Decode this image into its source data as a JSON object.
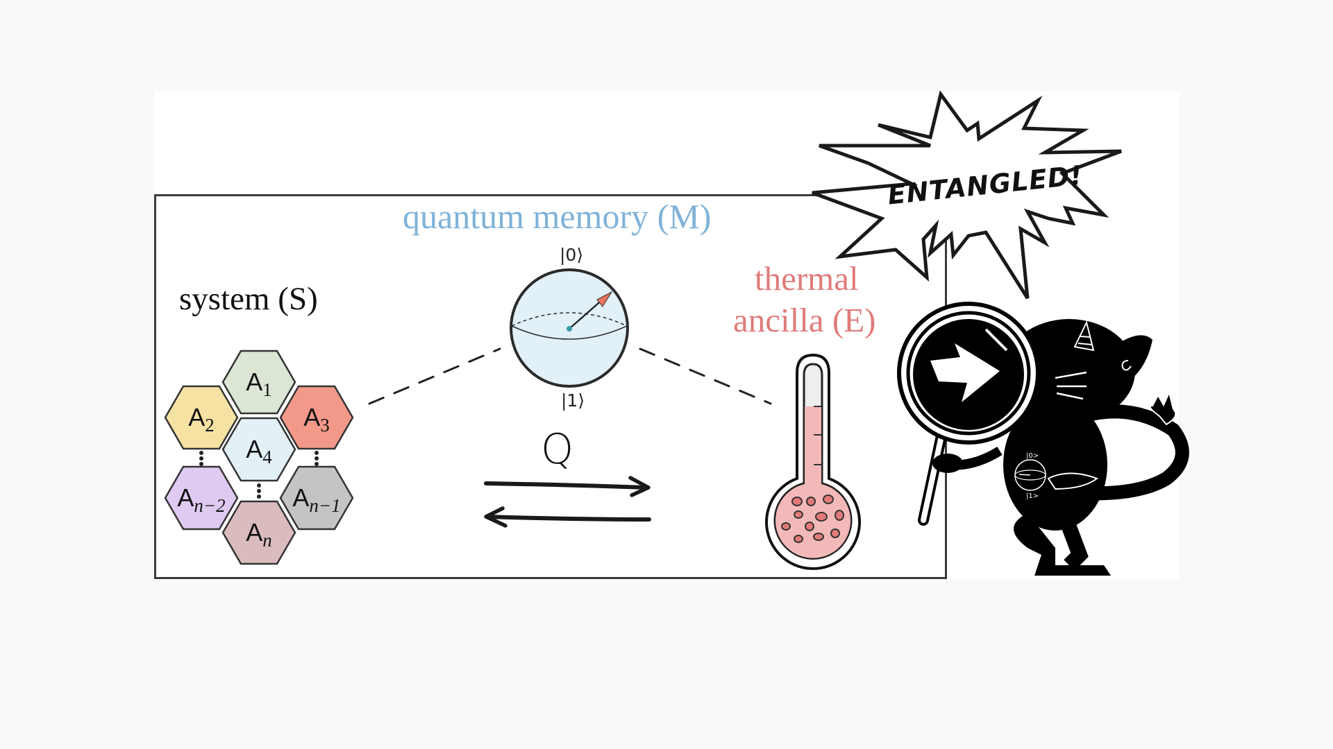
{
  "figure": {
    "labels": {
      "memory": "quantum memory (M)",
      "system": "system (S)",
      "thermal_line1": "thermal",
      "thermal_line2": "ancilla (E)",
      "ket0": "|0⟩",
      "ket1": "|1⟩",
      "q_label": "Q",
      "exclamation": "ENTANGLED!"
    },
    "colors": {
      "memory": "#7fb2d8",
      "system": "#111111",
      "thermal": "#e07b7b",
      "box_border": "#3a3a3a",
      "bloch_fill": "#e2f0f7",
      "bloch_arrow_tip": "#e8735a",
      "thermometer_fill": "#f3b9b9",
      "particle_fill": "#e27a7a"
    },
    "hexagons": [
      {
        "id": "A1",
        "base": "A",
        "sub": "1",
        "italic": false,
        "color": "#dbe6d4"
      },
      {
        "id": "A2",
        "base": "A",
        "sub": "2",
        "italic": false,
        "color": "#f6e3a3"
      },
      {
        "id": "A3",
        "base": "A",
        "sub": "3",
        "italic": false,
        "color": "#f3998a"
      },
      {
        "id": "A4",
        "base": "A",
        "sub": "4",
        "italic": false,
        "color": "#e3f1f7"
      },
      {
        "id": "An-2",
        "base": "A",
        "sub": "n−2",
        "italic": true,
        "color": "#dfcaf1"
      },
      {
        "id": "An-1",
        "base": "A",
        "sub": "n−1",
        "italic": true,
        "color": "#c4c4c4"
      },
      {
        "id": "An",
        "base": "A",
        "sub": "n",
        "italic": true,
        "color": "#dbbcbe"
      }
    ],
    "icons": {
      "bloch_sphere": "bloch-sphere-icon",
      "thermometer": "thermometer-icon",
      "starburst": "starburst-icon",
      "devil": "devil-with-magnifying-glass-icon"
    }
  }
}
